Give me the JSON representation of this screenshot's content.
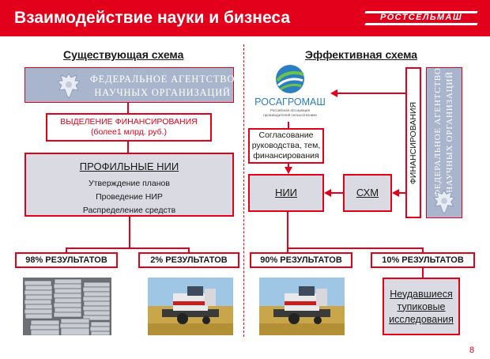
{
  "header": {
    "title": "Взаимодействие науки и бизнеса",
    "brand": "РОСТСЕЛЬМАШ"
  },
  "left": {
    "section_title": "Существующая схема",
    "agency_line1": "ФЕДЕРАЛЬНОЕ АГЕНТСТВО",
    "agency_line2": "НАУЧНЫХ ОРГАНИЗАЦИЙ",
    "funding_line1": "ВЫДЕЛЕНИЕ ФИНАНСИРОВАНИЯ",
    "funding_line2": "(более1 млрд. руб.)",
    "nii": {
      "title": "ПРОФИЛЬНЫЕ НИИ",
      "items": [
        "Утверждение планов",
        "Проведение НИР",
        "Распределение средств"
      ]
    },
    "result_a": "98% РЕЗУЛЬТАТОВ",
    "result_b": "2% РЕЗУЛЬТАТОВ"
  },
  "right": {
    "section_title": "Эффективная схема",
    "rosagromash_name": "РОСАГРОМАШ",
    "rosagromash_subtitle": "Российская ассоциация производителей сельхозтехники",
    "approval_line1": "Согласование",
    "approval_line2": "руководства, тем,",
    "approval_line3": "финансирования",
    "nii_label": "НИИ",
    "skhm_label": "СХМ",
    "funding_vertical": "ФИНАНСИРОВАНИЯ",
    "agency_vertical_line1": "ФЕДЕРАЛЬНОЕ АГЕНТСТВО",
    "agency_vertical_line2": "НАУЧНЫХ ОРГАНИЗАЦИЙ",
    "result_a": "90% РЕЗУЛЬТАТОВ",
    "result_b": "10% РЕЗУЛЬТАТОВ",
    "failed_line1": "Неудавшиеся",
    "failed_line2": "тупиковые",
    "failed_line3": "исследования"
  },
  "page_number": "8",
  "colors": {
    "accent": "#e2001a",
    "agency_bg": "#a9b5cc",
    "box_bg": "#dadbe2"
  }
}
